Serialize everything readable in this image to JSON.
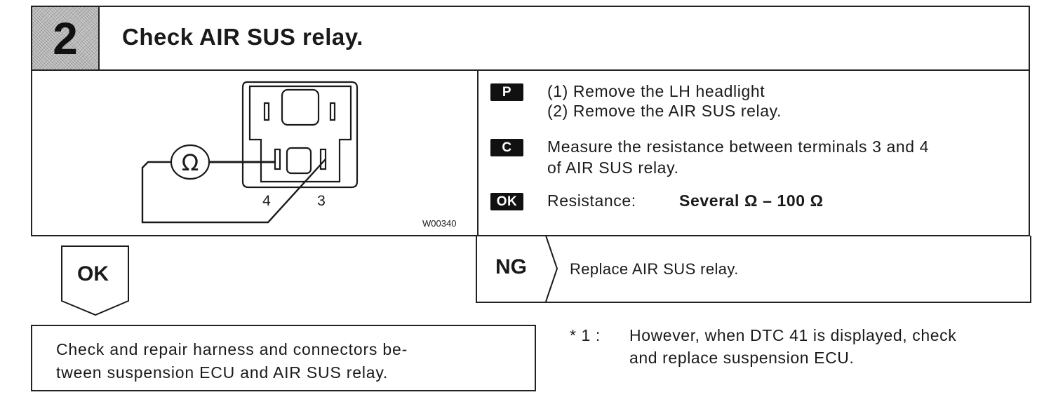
{
  "header": {
    "step_number": "2",
    "title": "Check AIR SUS relay."
  },
  "diagram": {
    "meter_symbol": "Ω",
    "terminal_left": "4",
    "terminal_right": "3",
    "figure_code": "W00340"
  },
  "procedure": {
    "p_badge": "P",
    "p_step1": "(1) Remove the LH headlight",
    "p_step2": "(2) Remove the AIR SUS relay.",
    "c_badge": "C",
    "c_line1": "Measure the resistance between terminals 3 and 4",
    "c_line2": "of AIR SUS relay.",
    "ok_badge": "OK",
    "ok_label": "Resistance:",
    "ok_value": "Several Ω – 100 Ω"
  },
  "ng_branch": {
    "label": "NG",
    "action": "Replace AIR SUS relay."
  },
  "ok_branch": {
    "label": "OK"
  },
  "next_step": {
    "line1": "Check and repair harness and connectors be-",
    "line2": "tween suspension ECU and AIR SUS relay."
  },
  "footnote": {
    "marker": "* 1 :",
    "line1": "However, when DTC 41 is displayed, check",
    "line2": "and replace suspension ECU."
  }
}
